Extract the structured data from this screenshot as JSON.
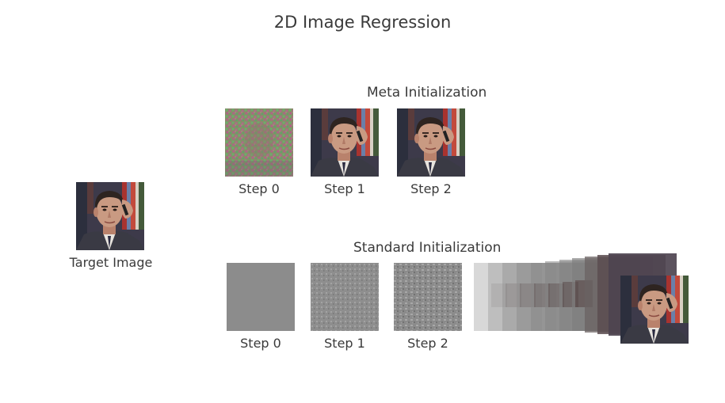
{
  "title": "2D Image Regression",
  "target": {
    "caption": "Target Image"
  },
  "meta": {
    "heading": "Meta Initialization",
    "steps": [
      "Step 0",
      "Step 1",
      "Step 2"
    ]
  },
  "standard": {
    "heading": "Standard Initialization",
    "steps": [
      "Step 0",
      "Step 1",
      "Step 2"
    ]
  },
  "colors": {
    "text": "#3a3a3a",
    "gray_init": "#8c8c8c",
    "face_bg": "#5b4a4a",
    "skin": "#c99a82"
  }
}
